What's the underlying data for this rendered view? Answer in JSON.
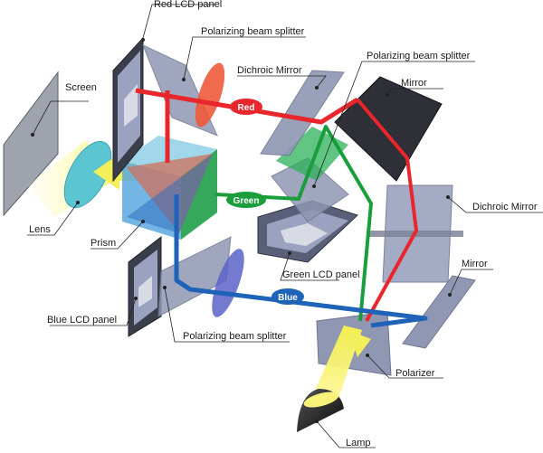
{
  "labels": {
    "red_lcd_panel": "Red LCD panel",
    "pbs_red": "Polarizing beam splitter",
    "pbs_green": "Polarizing beam splitter",
    "pbs_blue": "Polarizing beam splitter",
    "dichroic_mirror_top": "Dichroic Mirror",
    "dichroic_mirror_right": "Dichroic Mirror",
    "mirror_top": "Mirror",
    "mirror_bottom": "Mirror",
    "screen": "Screen",
    "lens": "Lens",
    "prism": "Prism",
    "green_lcd_panel": "Green LCD panel",
    "blue_lcd_panel": "Blue LCD panel",
    "polarizer": "Polarizer",
    "lamp": "Lamp"
  },
  "beams": {
    "red": "Red",
    "green": "Green",
    "blue": "Blue"
  },
  "colors": {
    "red": "#e8262b",
    "green": "#1a9e3c",
    "blue": "#1f63b8",
    "glass": "#8f97b3",
    "panel_dark": "#3a3d4a",
    "yellow": "#f2ef5a"
  }
}
